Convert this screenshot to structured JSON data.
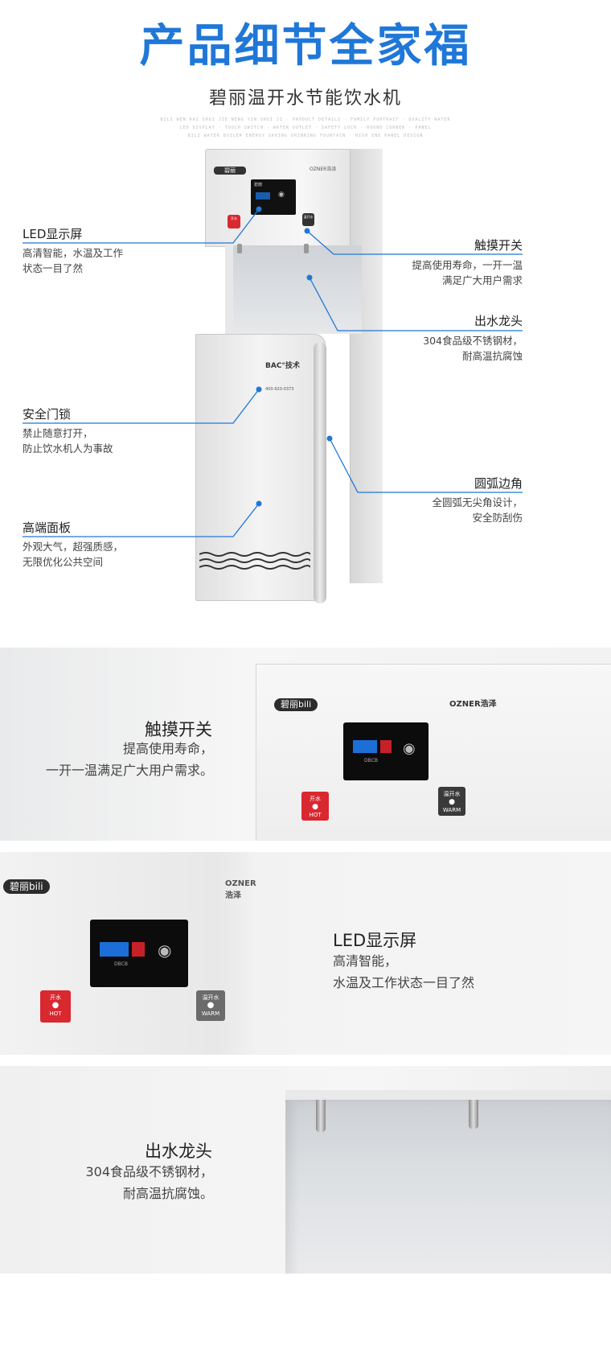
{
  "header": {
    "title": "产品细节全家福",
    "subtitle": "碧丽温开水节能饮水机",
    "tiny_lines": [
      "BILI WEN KAI SHUI JIE NENG YIN SHUI JI · PRODUCT DETAILS · FAMILY PORTRAIT · QUALITY WATER",
      "LED DISPLAY · TOUCH SWITCH · WATER OUTLET · SAFETY LOCK · ROUND CORNER · PANEL",
      "BILI WATER BOILER ENERGY SAVING DRINKING FOUNTAIN · HIGH END PANEL DESIGN"
    ]
  },
  "callouts": {
    "led": {
      "title": "LED显示屏",
      "desc": [
        "高清智能，水温及工作",
        "状态一目了然"
      ]
    },
    "touch": {
      "title": "触摸开关",
      "desc": [
        "提高使用寿命，一开一温",
        "满足广大用户需求"
      ]
    },
    "outlet": {
      "title": "出水龙头",
      "desc": [
        "304食品级不锈钢材，",
        "耐高温抗腐蚀"
      ]
    },
    "lock": {
      "title": "安全门锁",
      "desc": [
        "禁止随意打开，",
        "防止饮水机人为事故"
      ]
    },
    "corner": {
      "title": "圆弧边角",
      "desc": [
        "全圆弧无尖角设计，",
        "安全防刮伤"
      ]
    },
    "panel": {
      "title": "高端面板",
      "desc": [
        "外观大气，超强质感，",
        "无限优化公共空间"
      ]
    }
  },
  "machine": {
    "brand": "碧丽",
    "panel_brand": "OZNER浩泽",
    "display_logo": "碧丽",
    "bac": "BAC°技术",
    "hotline": "400-920-0373",
    "hot_label": "开水",
    "hot_en": "HOT",
    "warm_label": "温开水",
    "warm_en": "WARM"
  },
  "detail1": {
    "title": "触摸开关",
    "desc": [
      "提高使用寿命，",
      "一开一温满足广大用户需求。"
    ],
    "brand": "碧丽bili",
    "ozner": "OZNER浩泽",
    "display_code": "DBCB",
    "hot_label": "开水",
    "hot_en": "HOT",
    "warm_label": "温开水",
    "warm_en": "WARM"
  },
  "detail2": {
    "title": "LED显示屏",
    "desc": [
      "高清智能，",
      "水温及工作状态一目了然"
    ],
    "brand": "碧丽bili",
    "ozner": "OZNER浩泽",
    "display_code": "DBCB",
    "hot_label": "开水",
    "hot_en": "HOT",
    "warm_label": "温开水",
    "warm_en": "WARM"
  },
  "detail3": {
    "title": "出水龙头",
    "desc": [
      "304食品级不锈钢材，",
      "耐高温抗腐蚀。"
    ]
  },
  "colors": {
    "accent": "#1f77d8",
    "hot": "#d9282f",
    "warm": "#555555"
  }
}
